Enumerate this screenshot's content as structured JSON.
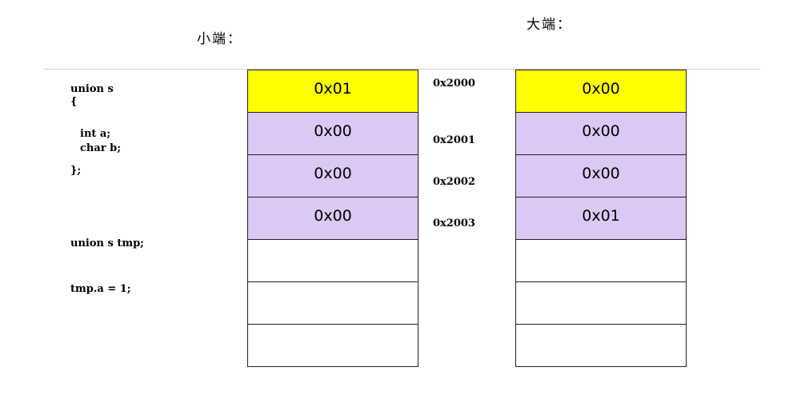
{
  "headings": {
    "little_endian": "小端：",
    "big_endian": "大端："
  },
  "code_lines": [
    "union s",
    "{",
    "int a;",
    "char b;",
    "};",
    "union s tmp;",
    "tmp.a = 1;"
  ],
  "addresses": [
    "0x2000",
    "0x2001",
    "0x2002",
    "0x2003"
  ],
  "little_endian_cells": [
    "0x01",
    "0x00",
    "0x00",
    "0x00",
    "",
    "",
    ""
  ],
  "big_endian_cells": [
    "0x00",
    "0x00",
    "0x00",
    "0x01",
    "",
    "",
    ""
  ],
  "colors": {
    "highlight_byte": "#ffff00",
    "occupied_byte": "#dcc8f5",
    "empty_byte": "#ffffff",
    "border": "#222222"
  }
}
